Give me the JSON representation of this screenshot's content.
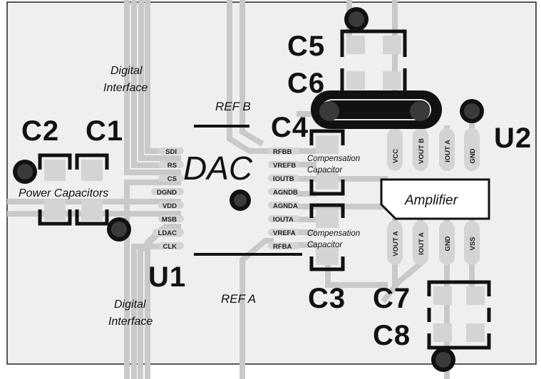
{
  "refdes": {
    "c1": "C1",
    "c2": "C2",
    "c3": "C3",
    "c4": "C4",
    "c5": "C5",
    "c6": "C6",
    "c7": "C7",
    "c8": "C8",
    "u1": "U1",
    "u2": "U2"
  },
  "labels": {
    "dac": "DAC",
    "amplifier": "Amplifier",
    "ref_b": "REF B",
    "ref_a": "REF A",
    "power_caps": "Power Capacitors",
    "digital_top_1": "Digital",
    "digital_top_2": "Interface",
    "digital_bottom_1": "Digital",
    "digital_bottom_2": "Interface",
    "comp_top_1": "Compensation",
    "comp_top_2": "Capacitor",
    "comp_bottom_1": "Compensation",
    "comp_bottom_2": "Capacitor"
  },
  "dac_pins_left": [
    "SDI",
    "RS",
    "CS",
    "DGND",
    "VDD",
    "MSB",
    "LDAC",
    "CLK"
  ],
  "dac_pins_right": [
    "RFBB",
    "VREFB",
    "IOUTB",
    "AGNDB",
    "AGNDA",
    "IOUTA",
    "VREFA",
    "RFBA"
  ],
  "amp_pins_top": [
    "VCC",
    "VOUT B",
    "IOUT A",
    "GND"
  ],
  "amp_pins_bottom": [
    "VOUT A",
    "IOUT A",
    "GND",
    "VSS"
  ],
  "colors": {
    "trace": "#c9c9c9",
    "pad": "#d4d4d4",
    "board": "#efefef",
    "silk": "#111111",
    "via": "#3a3a3a"
  }
}
